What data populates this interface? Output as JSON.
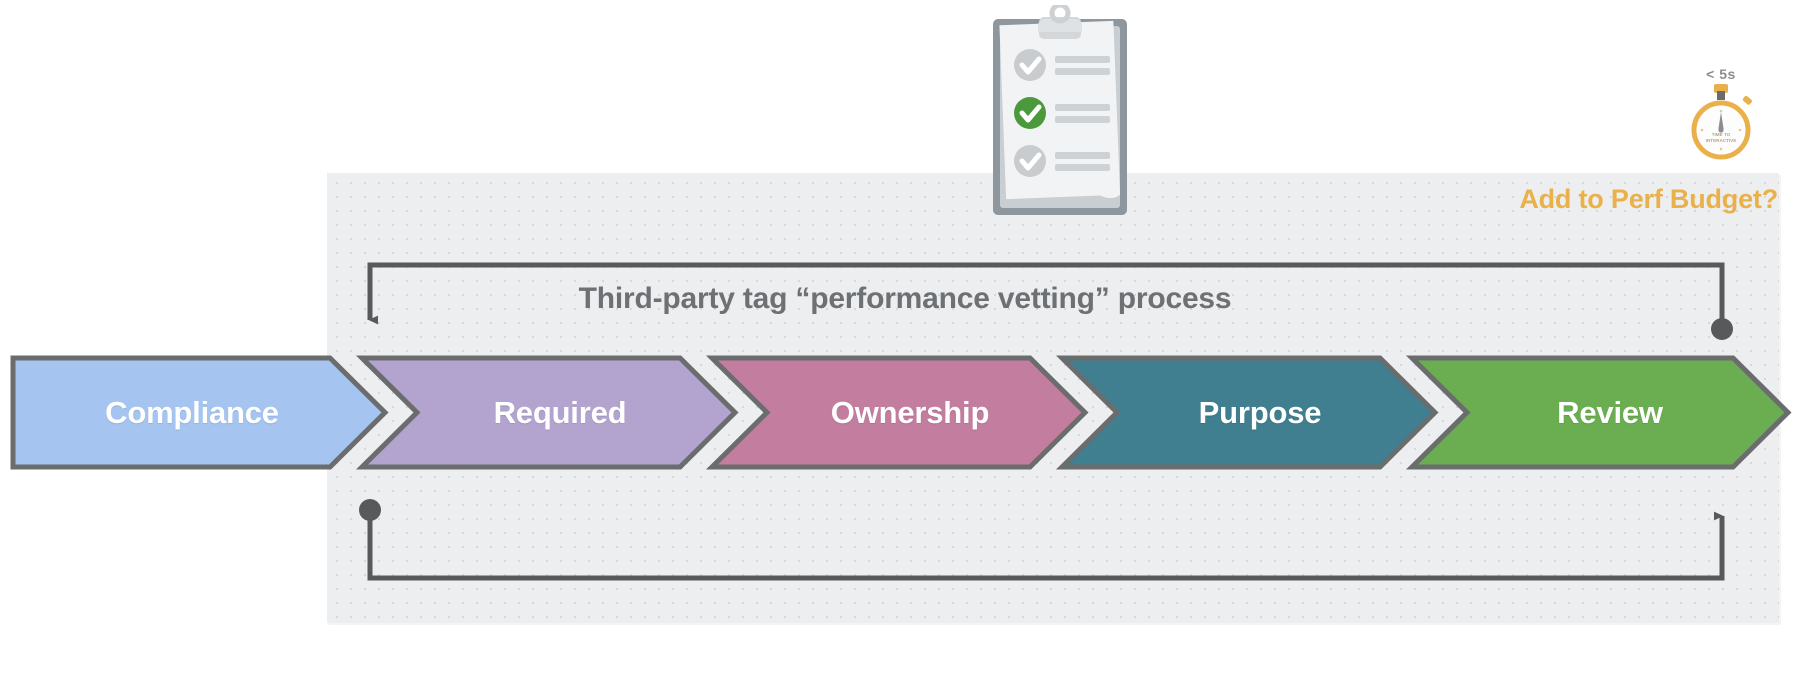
{
  "diagram": {
    "heading": "Third-party tag “performance vetting” process",
    "perf_budget_label": "Add to Perf Budget?",
    "panel_bg": "#eceef0",
    "heading_color": "#6e7174",
    "accent_color": "#eab14b",
    "line_color": "#58595b"
  },
  "stages": [
    {
      "label": "Compliance",
      "fill": "#a5c4f0",
      "stroke": "#6b6c6e"
    },
    {
      "label": "Required",
      "fill": "#b3a4cf",
      "stroke": "#6b6c6e"
    },
    {
      "label": "Ownership",
      "fill": "#c27d9f",
      "stroke": "#6b6c6e"
    },
    {
      "label": "Purpose",
      "fill": "#3f7f8f",
      "stroke": "#6b6c6e"
    },
    {
      "label": "Review",
      "fill": "#6aae51",
      "stroke": "#6b6c6e"
    }
  ],
  "loops": {
    "top": {
      "start": "dot",
      "end": "arrow",
      "direction": "right-to-left"
    },
    "bottom": {
      "start": "dot",
      "end": "arrow",
      "direction": "left-to-right"
    }
  },
  "clipboard": {
    "checks": [
      {
        "state": "unchecked",
        "color": "#c9cccf"
      },
      {
        "state": "checked",
        "color": "#4a9a3c"
      },
      {
        "state": "unchecked",
        "color": "#c9cccf"
      }
    ],
    "board_color": "#8e979e",
    "paper_color": "#f2f3f4"
  },
  "stopwatch": {
    "caption": "< 5s",
    "dial_line_1": "TIME TO",
    "dial_line_2": "INTERACTIVE",
    "color": "#eab14b"
  }
}
